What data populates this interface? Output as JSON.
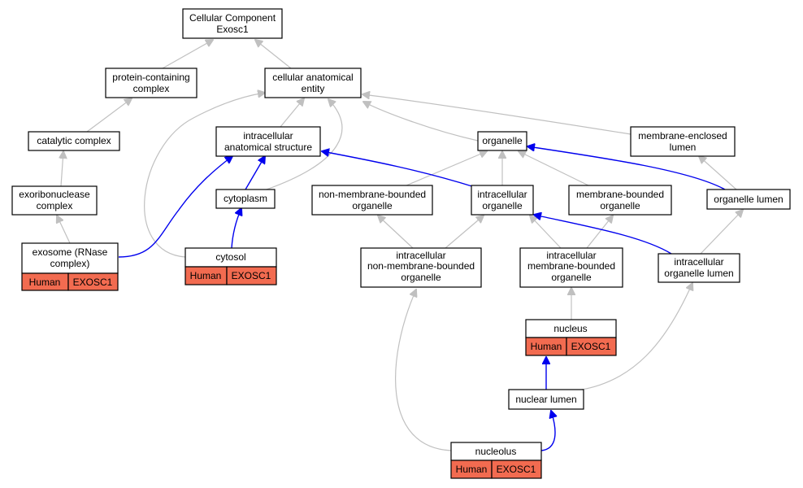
{
  "diagram": {
    "root": {
      "line1": "Cellular Component",
      "line2": "Exosc1"
    },
    "nodes": {
      "protein_containing_complex": [
        "protein-containing",
        "complex"
      ],
      "cellular_anatomical_entity": [
        "cellular anatomical",
        "entity"
      ],
      "catalytic_complex": [
        "catalytic complex"
      ],
      "intracellular_anatomical_structure": [
        "intracellular",
        "anatomical structure"
      ],
      "organelle": [
        "organelle"
      ],
      "membrane_enclosed_lumen": [
        "membrane-enclosed",
        "lumen"
      ],
      "exoribonuclease_complex": [
        "exoribonuclease",
        "complex"
      ],
      "cytoplasm": [
        "cytoplasm"
      ],
      "non_membrane_bounded_organelle": [
        "non-membrane-bounded",
        "organelle"
      ],
      "intracellular_organelle": [
        "intracellular",
        "organelle"
      ],
      "membrane_bounded_organelle": [
        "membrane-bounded",
        "organelle"
      ],
      "organelle_lumen": [
        "organelle lumen"
      ],
      "exosome": [
        "exosome (RNase",
        "complex)"
      ],
      "cytosol": [
        "cytosol"
      ],
      "intracellular_non_membrane_bounded_organelle": [
        "intracellular",
        "non-membrane-bounded",
        "organelle"
      ],
      "intracellular_membrane_bounded_organelle": [
        "intracellular",
        "membrane-bounded",
        "organelle"
      ],
      "intracellular_organelle_lumen": [
        "intracellular",
        "organelle lumen"
      ],
      "nucleus": [
        "nucleus"
      ],
      "nuclear_lumen": [
        "nuclear lumen"
      ],
      "nucleolus": [
        "nucleolus"
      ]
    },
    "annotation": {
      "species": "Human",
      "gene": "EXOSC1"
    }
  },
  "colors": {
    "annotation_fill": "#f26b50",
    "gray_edge": "#c0c0c0",
    "blue_edge": "#0000ee"
  }
}
